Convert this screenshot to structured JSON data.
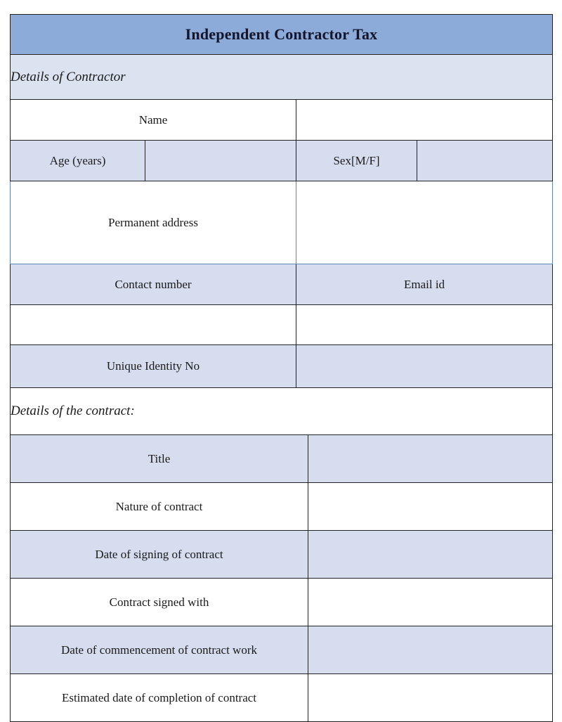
{
  "document": {
    "title": "Independent Contractor Tax",
    "colors": {
      "header_fill": "#8cabd9",
      "band_fill": "#dce3f0",
      "row_shade": "#d5ddef",
      "border": "#232323",
      "accent_border": "#5b87b8",
      "text": "#1a1a1a",
      "title_text": "#14142b",
      "page_background": "#ffffff"
    }
  },
  "sections": {
    "contractor": {
      "heading": "Details of Contractor",
      "rows": {
        "name_label": "Name",
        "name_value": "",
        "age_label": "Age (years)",
        "age_value": "",
        "sex_label": "Sex[M/F]",
        "sex_value": "",
        "address_label": "Permanent address",
        "address_value": "",
        "contact_label": "Contact number",
        "contact_value": "",
        "email_label": "Email id",
        "email_value": "",
        "uid_label": "Unique Identity No",
        "uid_value": ""
      }
    },
    "contract": {
      "heading": "Details of the contract:",
      "rows": [
        {
          "label": "Title",
          "value": "",
          "shaded": true
        },
        {
          "label": "Nature of contract",
          "value": "",
          "shaded": false
        },
        {
          "label": "Date of signing of contract",
          "value": "",
          "shaded": true
        },
        {
          "label": "Contract signed with",
          "value": "",
          "shaded": false
        },
        {
          "label": "Date of commencement of contract work",
          "value": "",
          "shaded": true
        },
        {
          "label": "Estimated date of completion of contract",
          "value": "",
          "shaded": false
        }
      ]
    }
  }
}
